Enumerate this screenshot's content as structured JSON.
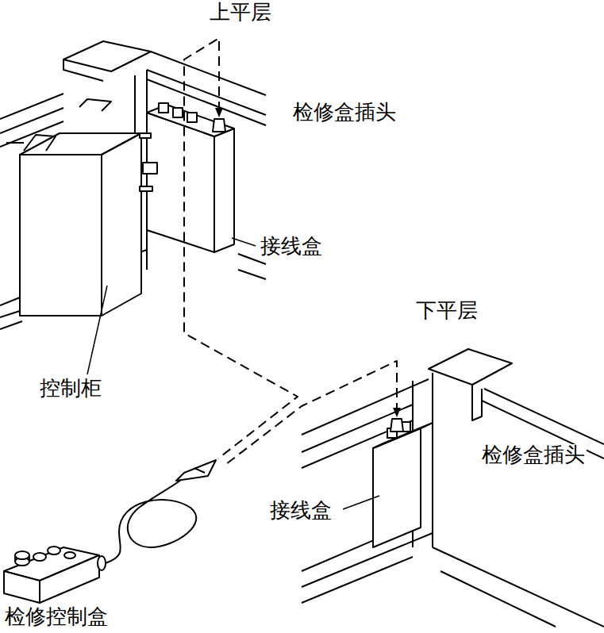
{
  "diagram": {
    "labels": [
      "上平层",
      "检修盒插头",
      "接线盒",
      "下平层",
      "控制柜",
      "检修盒插头",
      "接线盒",
      "检修控制盒"
    ]
  }
}
